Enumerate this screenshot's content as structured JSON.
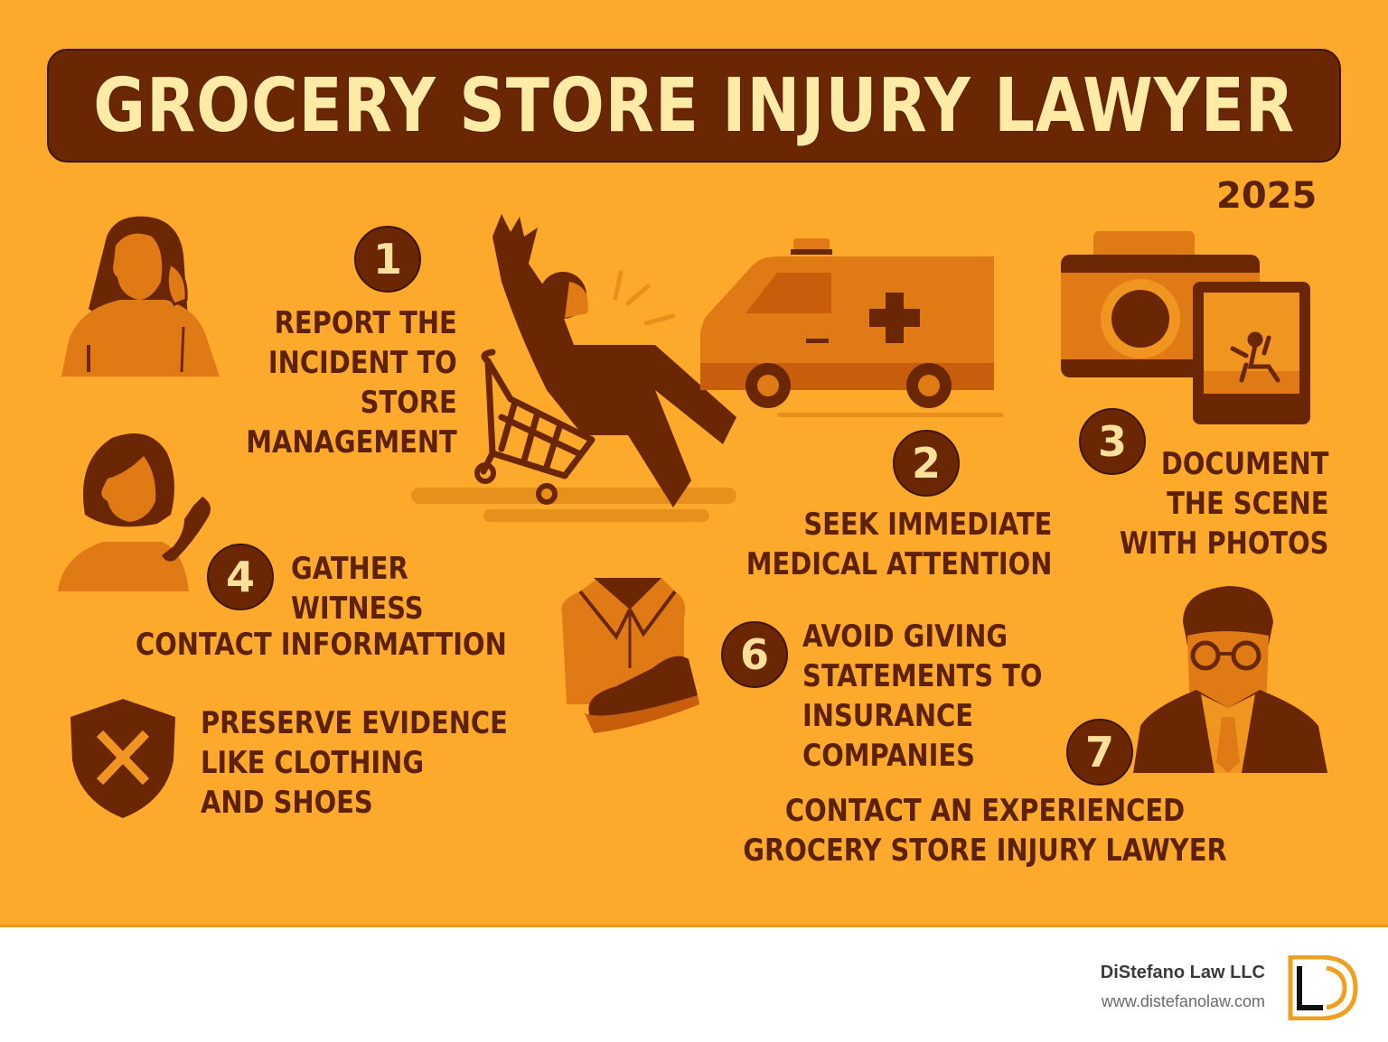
{
  "poster": {
    "title": "GROCERY STORE INJURY LAWYER",
    "year": "2025",
    "colors": {
      "background": "#fda92b",
      "dark_brown": "#6b2704",
      "text_brown": "#5c2106",
      "cream": "#ffeaa6",
      "mid_orange": "#e07a14"
    },
    "steps": [
      {
        "number": "1",
        "lines": [
          "REPORT THE",
          "INCIDENT TO",
          "STORE",
          "MANAGEMENT"
        ],
        "icon": "woman-phone-icon"
      },
      {
        "number": "2",
        "lines": [
          "SEEK IMMEDIATE",
          "MEDICAL ATTENTION"
        ],
        "icon": "ambulance-icon"
      },
      {
        "number": "3",
        "lines": [
          "DOCUMENT",
          "THE SCENE",
          "WITH PHOTOS"
        ],
        "icon": "camera-photo-icon"
      },
      {
        "number": "4",
        "lines": [
          "GATHER",
          "WITNESS",
          "CONTACT INFORMATTION"
        ],
        "icon": "woman-phone-icon"
      },
      {
        "number": "",
        "lines": [
          "PRESERVE EVIDENCE",
          "LIKE CLOTHING",
          "AND SHOES"
        ],
        "icon": "shield-x-icon"
      },
      {
        "number": "6",
        "lines": [
          "AVOID GIVING",
          "STATEMENTS TO",
          "INSURANCE",
          "COMPANIES"
        ],
        "icon": "shirt-shoe-icon"
      },
      {
        "number": "7",
        "lines": [
          "CONTACT AN EXPERIENCED",
          "GROCERY STORE INJURY LAWYER"
        ],
        "icon": "lawyer-icon"
      }
    ]
  },
  "footer": {
    "firm_name": "DiStefano Law LLC",
    "website": "www.distefanolaw.com",
    "logo_icon": "ld-logo-icon",
    "logo_color": "#f0a020"
  }
}
